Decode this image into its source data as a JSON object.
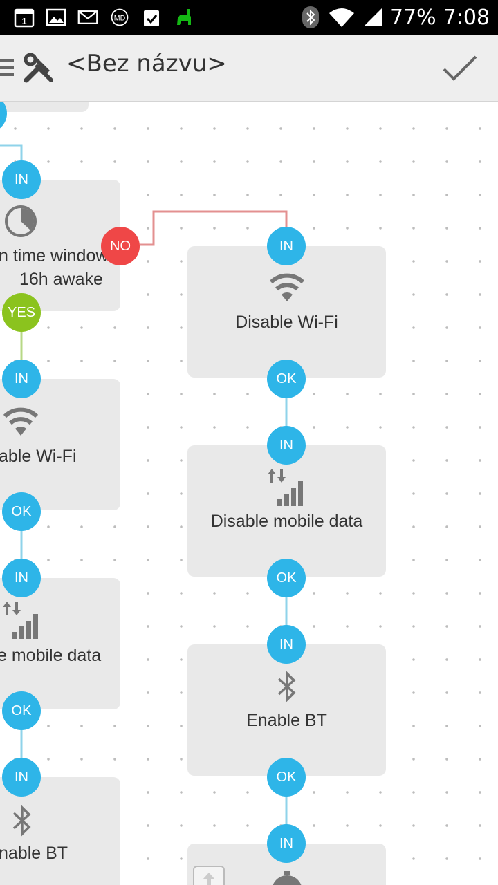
{
  "status_bar": {
    "battery_percent": "77%",
    "time": "7:08",
    "notification_badge": "1",
    "icons_left": [
      "calendar-icon",
      "gallery-icon",
      "gmail-icon",
      "mdrive-icon",
      "clipboard-check-icon",
      "llama-icon"
    ],
    "icons_right": [
      "bluetooth-icon",
      "wifi-icon",
      "cell-signal-icon"
    ]
  },
  "app_bar": {
    "title": "<Bez názvu>",
    "icons": [
      "drawer-icon",
      "tools-icon",
      "check-icon"
    ]
  },
  "colors": {
    "port_blue": "#2eb5e8",
    "port_red": "#ef4747",
    "port_green": "#8bc31e",
    "node_bg": "#e9e9e9",
    "wire_blue": "#8fd3ea",
    "wire_red": "#e39090",
    "wire_green": "#b7d886"
  },
  "flow": {
    "left_column": {
      "time_window_node": {
        "label_line1": "n time window",
        "label_line2": "16h awake",
        "icon": "clock-icon",
        "in_port": "IN",
        "no_port": "NO",
        "yes_port": "YES"
      },
      "wifi_node": {
        "label": "able Wi-Fi",
        "icon": "wifi-icon",
        "in_port": "IN",
        "ok_port": "OK"
      },
      "mobile_data_node": {
        "label": "e mobile data",
        "icon": "mobile-data-icon",
        "in_port": "IN",
        "ok_port": "OK"
      },
      "bt_node": {
        "label": "nable BT",
        "icon": "bluetooth-icon",
        "in_port": "IN"
      }
    },
    "right_column": {
      "wifi_node": {
        "label": "Disable Wi-Fi",
        "icon": "wifi-icon",
        "in_port": "IN",
        "ok_port": "OK"
      },
      "mobile_data_node": {
        "label": "Disable mobile data",
        "icon": "mobile-data-icon",
        "in_port": "IN",
        "ok_port": "OK"
      },
      "bt_node": {
        "label": "Enable BT",
        "icon": "bluetooth-icon",
        "in_port": "IN",
        "ok_port": "OK"
      },
      "next_node": {
        "icon": "timer-icon",
        "in_port": "IN"
      }
    }
  }
}
